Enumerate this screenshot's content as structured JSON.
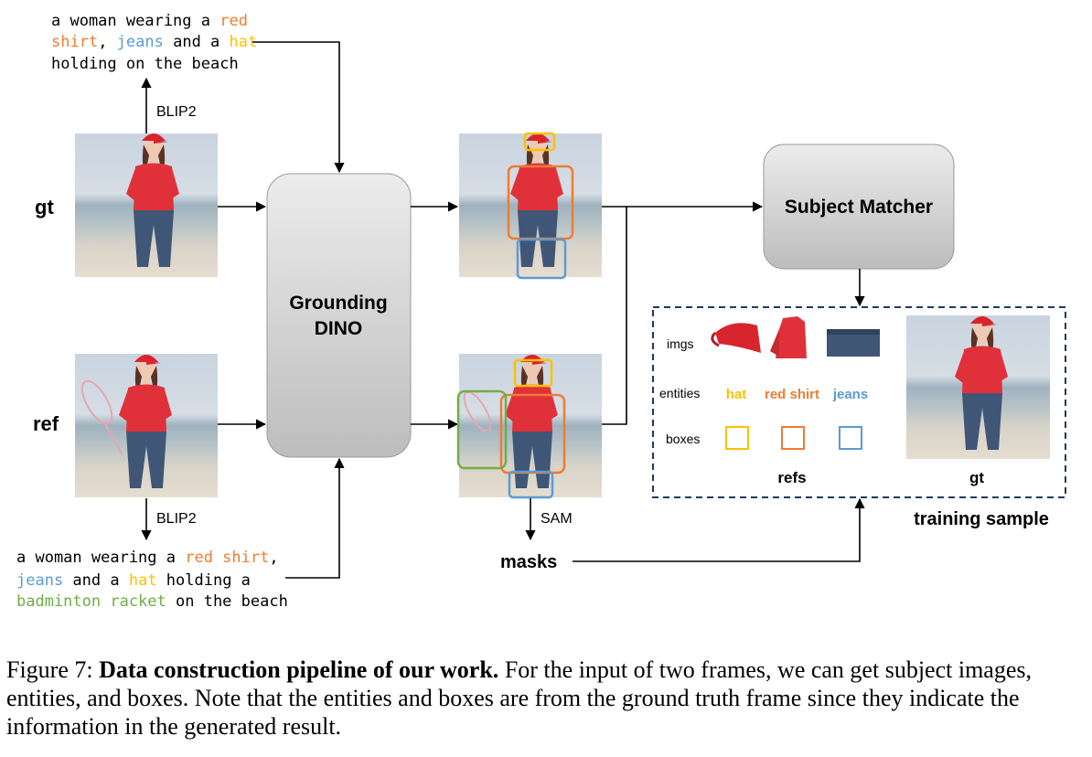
{
  "diagram": {
    "labels": {
      "gt": "gt",
      "ref": "ref",
      "blip2": "BLIP2",
      "sam": "SAM",
      "masks": "masks",
      "grounding_line1": "Grounding",
      "grounding_line2": "DINO",
      "subject_matcher": "Subject Matcher",
      "training_sample": "training sample"
    },
    "caption_gt": {
      "line1": [
        {
          "text": "a woman wearing a ",
          "color": "#000000"
        },
        {
          "text": "red",
          "color": "#ee7d32"
        }
      ],
      "line2": [
        {
          "text": "shirt",
          "color": "#ee7d32"
        },
        {
          "text": ", ",
          "color": "#000000"
        },
        {
          "text": "jeans",
          "color": "#5b9bd5"
        },
        {
          "text": " and a ",
          "color": "#000000"
        },
        {
          "text": "hat",
          "color": "#ffc000"
        }
      ],
      "line3": [
        {
          "text": "holding on the beach",
          "color": "#000000"
        }
      ]
    },
    "caption_ref": {
      "line1": [
        {
          "text": "a woman wearing a ",
          "color": "#000000"
        },
        {
          "text": "red shirt",
          "color": "#ee7d32"
        },
        {
          "text": ",",
          "color": "#000000"
        }
      ],
      "line2": [
        {
          "text": "jeans",
          "color": "#5b9bd5"
        },
        {
          "text": " and a ",
          "color": "#000000"
        },
        {
          "text": "hat",
          "color": "#ffc000"
        },
        {
          "text": " holding a",
          "color": "#000000"
        }
      ],
      "line3": [
        {
          "text": "badminton racket",
          "color": "#70ad47"
        },
        {
          "text": " on the beach",
          "color": "#000000"
        }
      ]
    },
    "training": {
      "row_labels": {
        "imgs": "imgs",
        "entities": "entities",
        "boxes": "boxes"
      },
      "entities": [
        {
          "name": "hat",
          "color": "#ffc000"
        },
        {
          "name": "red shirt",
          "color": "#ee7d32"
        },
        {
          "name": "jeans",
          "color": "#5b9bd5"
        }
      ],
      "refs_label": "refs",
      "gt_label": "gt"
    },
    "colors": {
      "hat": "#ffc000",
      "shirt": "#ee7d32",
      "jeans": "#5b9bd5",
      "racket": "#70ad47",
      "dashed_border": "#1f3864"
    }
  },
  "figure_caption": {
    "label": "Figure 7: ",
    "bold": "Data construction pipeline of our work.",
    "rest": " For the input of two frames, we can get subject images, entities, and boxes. Note that the entities and boxes are from the ground truth frame since they indicate the information in the generated result."
  }
}
